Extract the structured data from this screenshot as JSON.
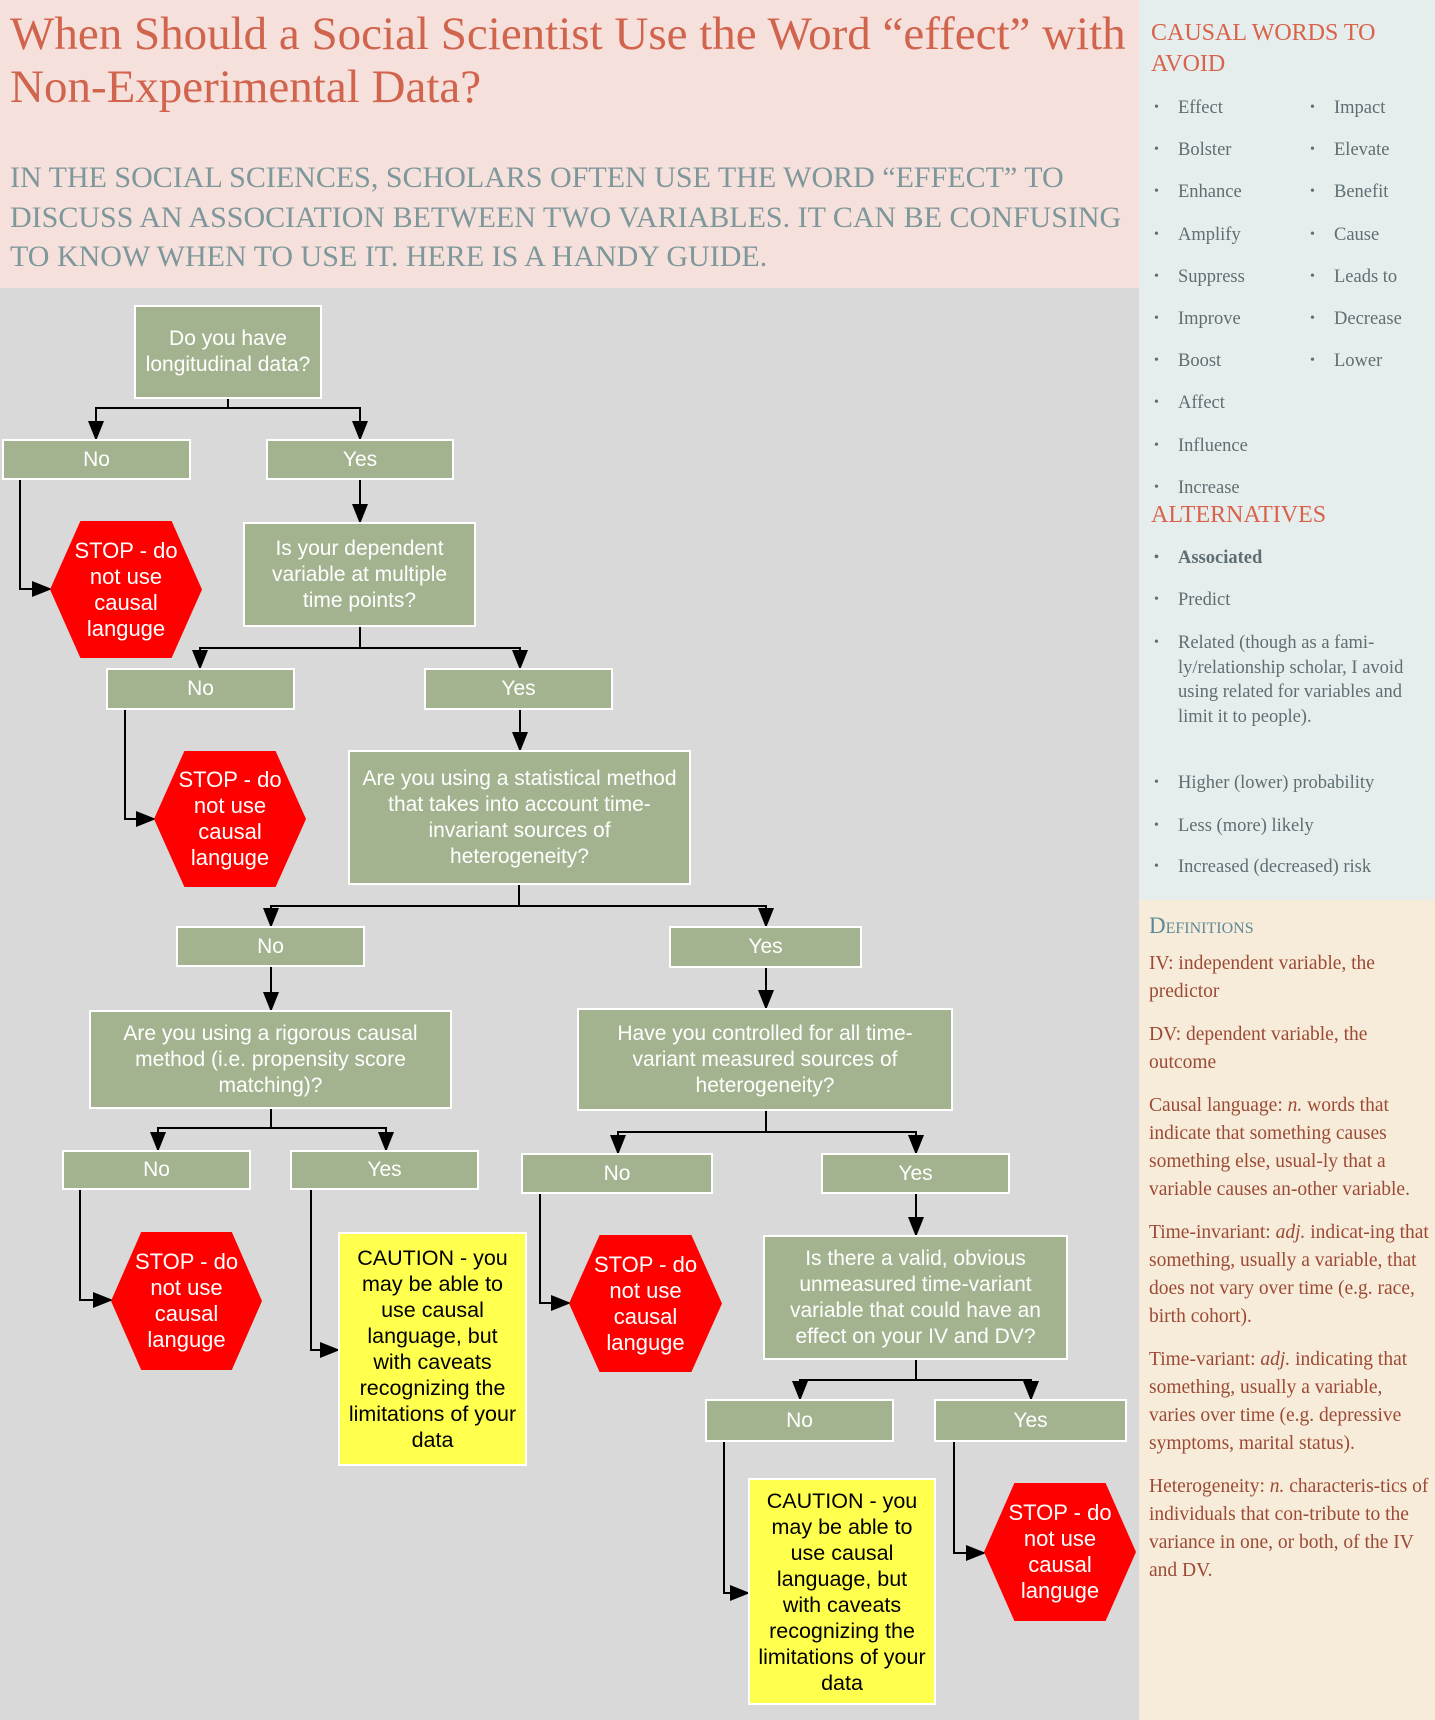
{
  "header": {
    "title": "When Should a Social Scientist Use the Word “effect” with Non-Experimental Data?",
    "subtitle": "IN THE SOCIAL SCIENCES, SCHOLARS OFTEN USE THE WORD “EFFECT” TO DISCUSS AN ASSOCIATION BETWEEN TWO VARIABLES. IT CAN BE CONFUSING TO KNOW WHEN TO USE IT. HERE IS A HANDY GUIDE."
  },
  "colors": {
    "title": "#d0644d",
    "node_green": "#a4b38f",
    "stop_red": "#ff0000",
    "caution_yellow": "#ffff4d",
    "background": "#d9d9d9"
  },
  "flowchart": {
    "nodes": [
      "Do you have longitudinal data?",
      "No",
      "Yes",
      "STOP - do not use causal langugе",
      "Is your dependent variable at multiple time points?",
      "No",
      "Yes",
      "STOP - do not use causal langugе",
      "Are you using a statistical method that takes into account time-invariant sources of heterogeneity?",
      "No",
      "Yes",
      "Are you using a rigorous causal method (i.e. propensity score matching)?",
      "Have you controlled for all time-variant measured sources of heterogeneity?",
      "No",
      "Yes",
      "No",
      "Yes",
      "STOP - do not use causal langugе",
      "CAUTION - you may be able to use causal language, but with caveats recognizing the limitations of your data",
      "STOP - do not use causal langugе",
      "Is there a valid, obvious unmeasured time-variant variable that could have an effect on your IV and DV?",
      "No",
      "Yes",
      "CAUTION - you may be able to use causal language, but with caveats recognizing the limitations of your data",
      "STOP - do not use causal langugе"
    ]
  },
  "sidebar": {
    "avoid_heading": "CAUSAL WORDS TO AVOID",
    "avoid_col1": [
      "Effect",
      "Bolster",
      "Enhance",
      "Amplify",
      "Suppress",
      "Improve",
      "Boost",
      "Affect",
      "Influence",
      "Increase"
    ],
    "avoid_col2": [
      "Impact",
      "Elevate",
      "Benefit",
      "Cause",
      "Leads to",
      "Decrease",
      "Lower"
    ],
    "alt_heading": "ALTERNATIVES",
    "alternatives": [
      "Associated",
      "Predict",
      "Related (though as a fami-ly/relationship scholar, I avoid using related for variables and limit it to people).",
      "Higher (lower) probability",
      "Less (more) likely",
      "Increased (decreased) risk"
    ],
    "defs_heading": "Definitions",
    "definitions": [
      {
        "term": "IV:",
        "pos": "",
        "text": " independent variable, the predictor"
      },
      {
        "term": "DV:",
        "pos": "",
        "text": " dependent variable, the outcome"
      },
      {
        "term": "Causal language:",
        "pos": "n.",
        "text": " words that indicate that something causes something else, usual-ly that a variable causes an-other variable."
      },
      {
        "term": "Time-invariant:",
        "pos": "adj.",
        "text": "  indicat-ing that something, usually a variable, that does not vary over time (e.g. race, birth cohort)."
      },
      {
        "term": "Time-variant:",
        "pos": "adj.",
        "text": " indicating that something, usually a variable, varies over time (e.g. depressive symptoms, marital status)."
      },
      {
        "term": "Heterogeneity:",
        "pos": "n.",
        "text": " characteris-tics of individuals that con-tribute to the variance in one, or both, of the IV and DV."
      }
    ]
  }
}
